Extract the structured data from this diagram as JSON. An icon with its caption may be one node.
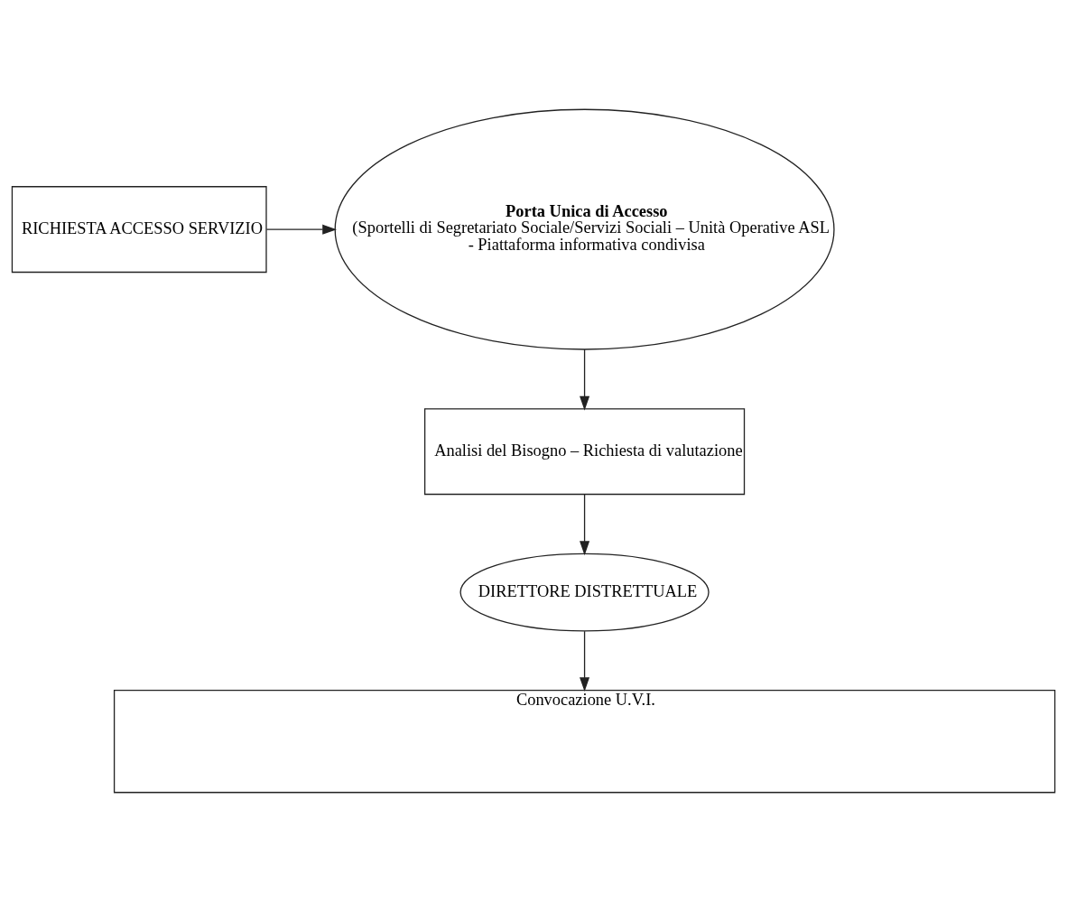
{
  "diagram": {
    "nodes": [
      {
        "text": [
          "RICHIESTA ACCESSO SERVIZIO"
        ]
      },
      {
        "text": [
          "Porta Unica di Accesso",
          "(Sportelli di Segretariato Sociale/Servizi Sociali – Unità Operative ASL",
          "- Piattaforma informativa condivisa"
        ]
      },
      {
        "text": [
          "Analisi del Bisogno – Richiesta di valutazione"
        ]
      },
      {
        "text": [
          "DIRETTORE DISTRETTUALE"
        ]
      },
      {
        "text": [
          "Convocazione U.V.I."
        ]
      }
    ],
    "edges": [
      {
        "from": 0,
        "to": 1,
        "arrow": "to"
      },
      {
        "from": 1,
        "to": 2,
        "arrow": "to"
      },
      {
        "from": 2,
        "to": 3,
        "arrow": "to"
      },
      {
        "from": 3,
        "to": 4,
        "arrow": "to"
      }
    ]
  }
}
